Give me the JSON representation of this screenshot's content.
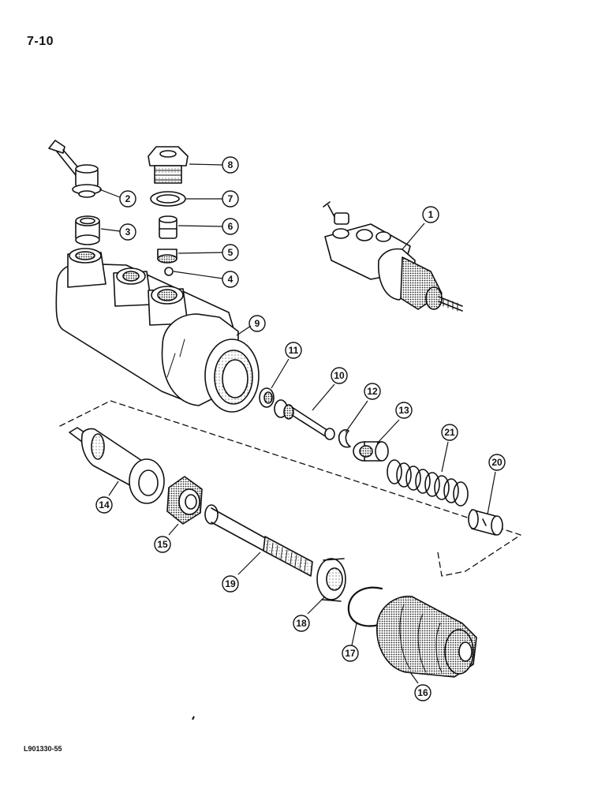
{
  "page": {
    "number": "7-10",
    "figure_code": "L901330-55"
  },
  "callouts": [
    "1",
    "2",
    "3",
    "4",
    "5",
    "6",
    "7",
    "8",
    "9",
    "10",
    "11",
    "12",
    "13",
    "14",
    "15",
    "16",
    "17",
    "18",
    "19",
    "20",
    "21"
  ],
  "colors": {
    "ink": "#111111",
    "stipple": "#555555",
    "paper": "#ffffff"
  }
}
